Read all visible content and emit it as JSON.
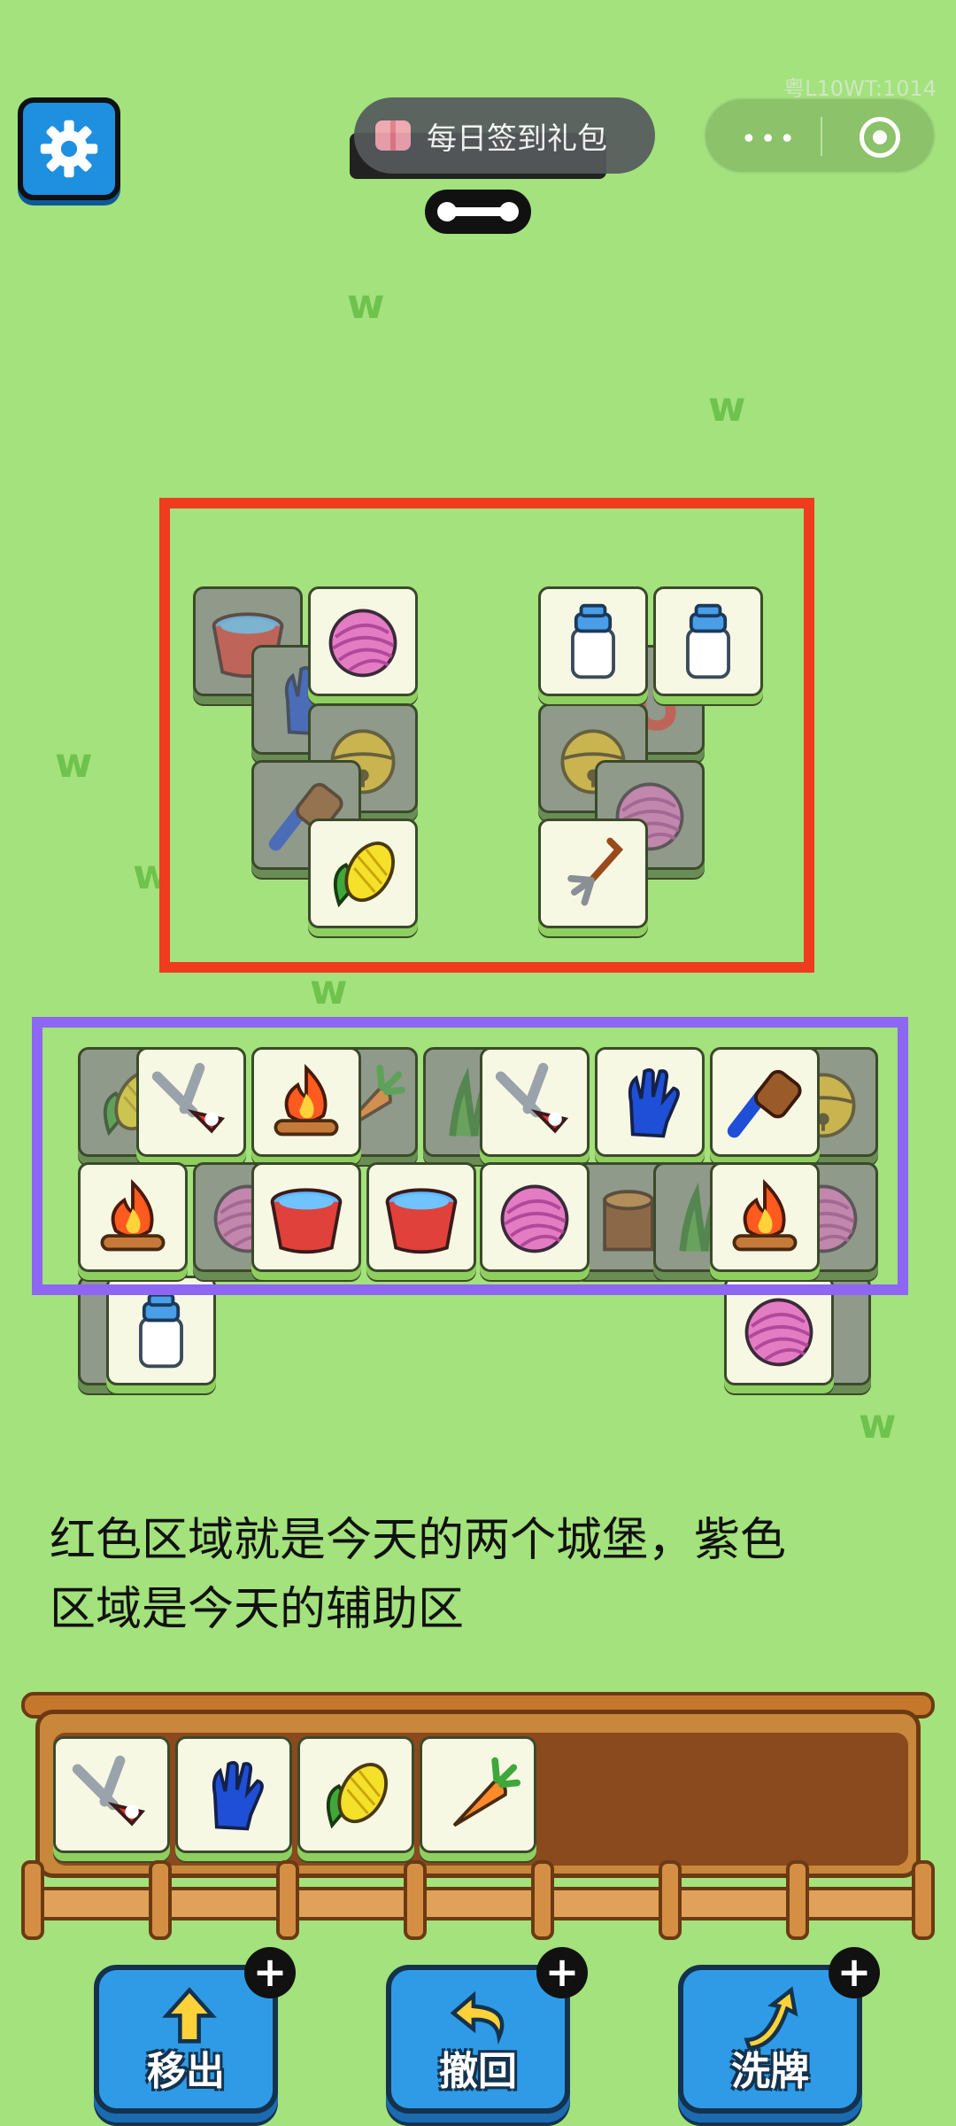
{
  "header": {
    "gift_label": "每日签到礼包",
    "watermark": "粤L10WT:1014",
    "menu_dots": "•••"
  },
  "caption": {
    "line1": "红色区域就是今天的两个城堡，紫色",
    "line2": "区域是今天的辅助区"
  },
  "highlight_colors": {
    "red_region": "#ef3b1e",
    "purple_region": "#8d66f4"
  },
  "tiles": {
    "red_left_stack": [
      "bucket",
      "yarn",
      "glove",
      "bell",
      "brush",
      "corn"
    ],
    "red_right_stack": [
      "milk",
      "milk",
      "bell",
      "hook",
      "yarn",
      "fork"
    ],
    "purple_row1": [
      "corn",
      "scissors",
      "fire",
      "carrot",
      "grass",
      "scissors",
      "glove",
      "brush",
      "bell"
    ],
    "purple_row2": [
      "fire",
      "yarn",
      "bucket",
      "bucket",
      "yarn",
      "stump",
      "grass",
      "fire",
      "yarn"
    ],
    "below_left": [
      "milk"
    ],
    "below_right": [
      "yarn"
    ]
  },
  "slot_tray": [
    "scissors",
    "glove",
    "corn",
    "carrot"
  ],
  "powerups": [
    {
      "label": "移出",
      "icon": "move-out-icon"
    },
    {
      "label": "撤回",
      "icon": "undo-icon"
    },
    {
      "label": "洗牌",
      "icon": "shuffle-icon"
    }
  ]
}
